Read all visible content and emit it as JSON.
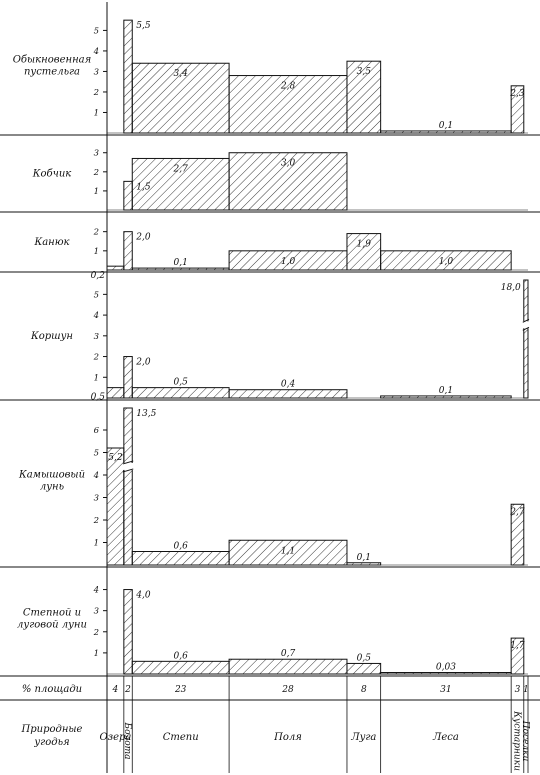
{
  "colors": {
    "ink": "#111111",
    "hatch": "#222222",
    "paper": "#ffffff"
  },
  "chart_data": {
    "type": "bar",
    "habitat_header": "Природные угодья",
    "area_header": "% площади",
    "habitats": [
      {
        "name": "Озера",
        "area": "4",
        "share": 4
      },
      {
        "name": "Болота",
        "area": "2",
        "share": 2
      },
      {
        "name": "Степи",
        "area": "23",
        "share": 23
      },
      {
        "name": "Поля",
        "area": "28",
        "share": 28
      },
      {
        "name": "Луга",
        "area": "8",
        "share": 8
      },
      {
        "name": "Леса",
        "area": "31",
        "share": 31
      },
      {
        "name": "Кустарники",
        "area": "3",
        "share": 3
      },
      {
        "name": "Поселки",
        "area": "1",
        "share": 1
      }
    ],
    "panels": [
      {
        "name": "Обыкновенная пустельга",
        "yticks": [
          "1",
          "2",
          "3",
          "4",
          "5"
        ],
        "ylim": [
          0,
          5.8
        ],
        "bars": [
          {
            "value": 0,
            "label": ""
          },
          {
            "value": 5.5,
            "label": "5,5"
          },
          {
            "value": 3.4,
            "label": "3,4"
          },
          {
            "value": 2.8,
            "label": "2,8"
          },
          {
            "value": 3.5,
            "label": "3,5"
          },
          {
            "value": 0.1,
            "label": "0,1"
          },
          {
            "value": 2.3,
            "label": "2,3"
          },
          {
            "value": 0,
            "label": ""
          }
        ]
      },
      {
        "name": "Кобчик",
        "yticks": [
          "1",
          "2",
          "3"
        ],
        "ylim": [
          0,
          3.3
        ],
        "bars": [
          {
            "value": 0,
            "label": ""
          },
          {
            "value": 1.5,
            "label": "1,5"
          },
          {
            "value": 2.7,
            "label": "2,7"
          },
          {
            "value": 3.0,
            "label": "3,0"
          },
          {
            "value": 0,
            "label": ""
          },
          {
            "value": 0,
            "label": ""
          },
          {
            "value": 0,
            "label": ""
          },
          {
            "value": 0,
            "label": ""
          }
        ]
      },
      {
        "name": "Канюк",
        "yticks": [
          "1",
          "2"
        ],
        "ylim": [
          0,
          2.4
        ],
        "bars": [
          {
            "value": 0.2,
            "label": "0,2"
          },
          {
            "value": 2.0,
            "label": "2,0"
          },
          {
            "value": 0.1,
            "label": "0,1"
          },
          {
            "value": 1.0,
            "label": "1,0"
          },
          {
            "value": 1.9,
            "label": "1,9"
          },
          {
            "value": 1.0,
            "label": "1,0"
          },
          {
            "value": 0,
            "label": ""
          },
          {
            "value": 0,
            "label": ""
          }
        ]
      },
      {
        "name": "Коршун",
        "yticks": [
          "1",
          "2",
          "3",
          "4",
          "5"
        ],
        "ylim": [
          0,
          5.5
        ],
        "bars": [
          {
            "value": 0.5,
            "label": "0,5"
          },
          {
            "value": 2.0,
            "label": "2,0"
          },
          {
            "value": 0.5,
            "label": "0,5"
          },
          {
            "value": 0.4,
            "label": "0,4"
          },
          {
            "value": 0,
            "label": ""
          },
          {
            "value": 0.1,
            "label": "0,1"
          },
          {
            "value": 0,
            "label": ""
          },
          {
            "value": 18.0,
            "label": "18,0",
            "broken": true
          }
        ]
      },
      {
        "name": "Камышовый лунь",
        "yticks": [
          "1",
          "2",
          "3",
          "4",
          "5",
          "6"
        ],
        "ylim": [
          0,
          6.8
        ],
        "bars": [
          {
            "value": 5.2,
            "label": "5,2"
          },
          {
            "value": 13.5,
            "label": "13,5",
            "broken": true
          },
          {
            "value": 0.6,
            "label": "0,6"
          },
          {
            "value": 1.1,
            "label": "1,1"
          },
          {
            "value": 0.1,
            "label": "0,1"
          },
          {
            "value": 0,
            "label": ""
          },
          {
            "value": 2.7,
            "label": "2,7"
          },
          {
            "value": 0,
            "label": ""
          }
        ]
      },
      {
        "name": "Степной и луговой луни",
        "yticks": [
          "1",
          "2",
          "3",
          "4"
        ],
        "ylim": [
          0,
          4.5
        ],
        "bars": [
          {
            "value": 0,
            "label": ""
          },
          {
            "value": 4.0,
            "label": "4,0"
          },
          {
            "value": 0.6,
            "label": "0,6"
          },
          {
            "value": 0.7,
            "label": "0,7"
          },
          {
            "value": 0.5,
            "label": "0,5"
          },
          {
            "value": 0.03,
            "label": "0,03"
          },
          {
            "value": 1.7,
            "label": "1,7"
          },
          {
            "value": 0,
            "label": ""
          }
        ]
      }
    ]
  }
}
